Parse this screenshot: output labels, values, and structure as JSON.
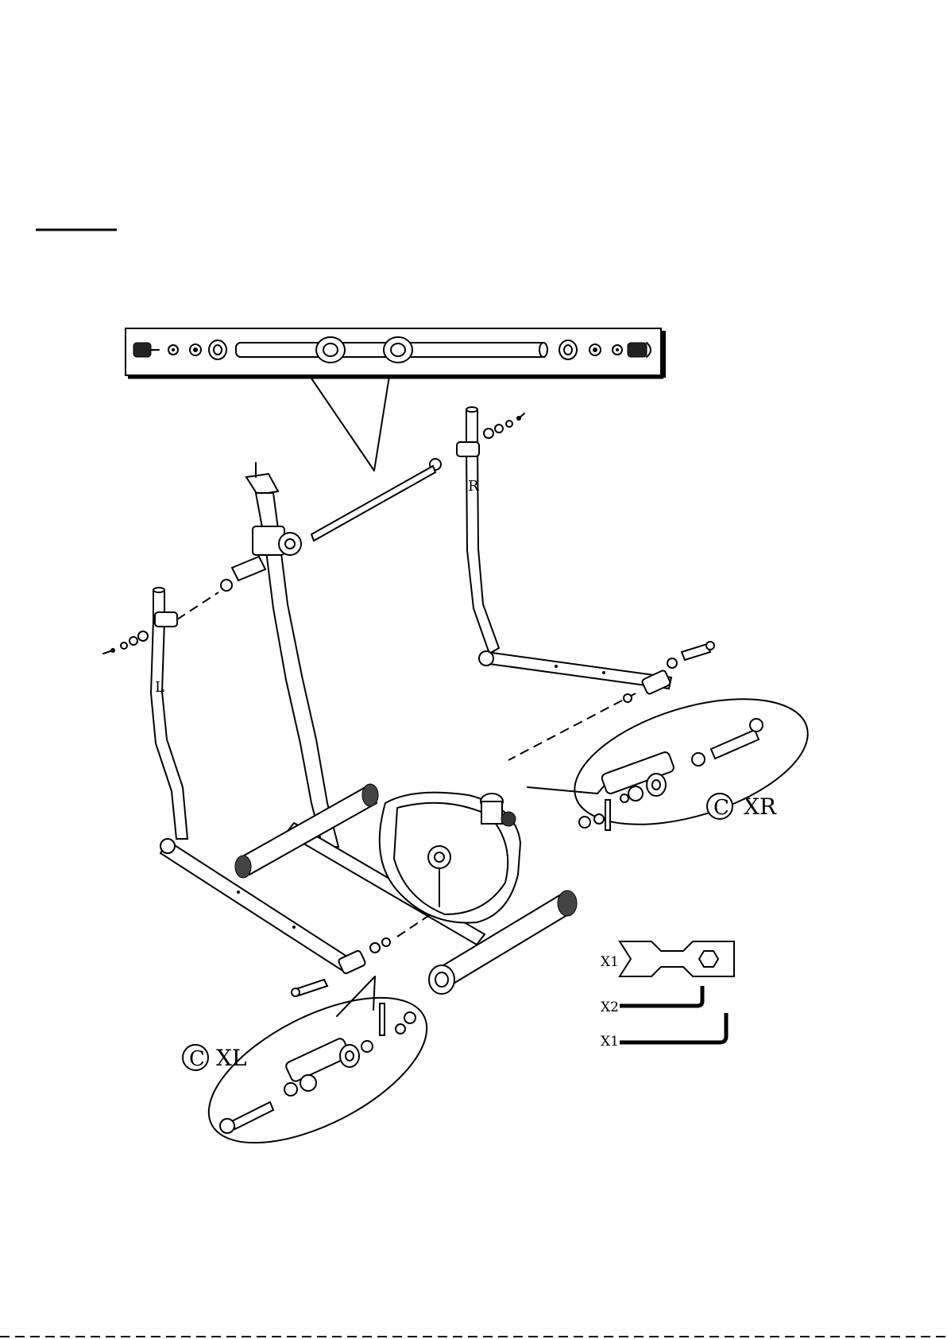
{
  "diagram": {
    "side_labels": {
      "left": "L",
      "right": "R"
    },
    "callouts": [
      {
        "letter": "C",
        "label": "XR"
      },
      {
        "letter": "C",
        "label": "XL"
      }
    ],
    "tools": [
      {
        "qty": "X1",
        "name": "wrench-icon"
      },
      {
        "qty": "X2",
        "name": "small-hex-key-icon"
      },
      {
        "qty": "X1",
        "name": "large-hex-key-icon"
      }
    ]
  }
}
